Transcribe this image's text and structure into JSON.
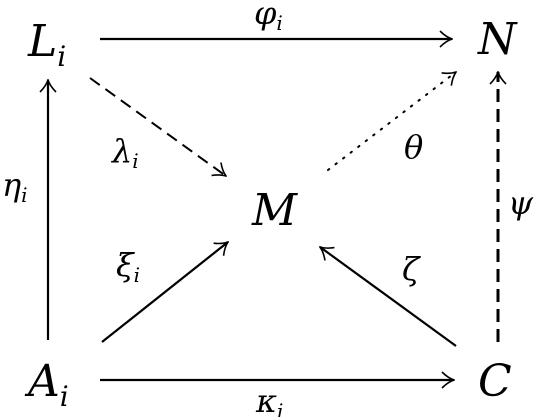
{
  "nodes": {
    "L": {
      "main": "L",
      "sub": "i"
    },
    "N": {
      "main": "N",
      "sub": ""
    },
    "M": {
      "main": "M",
      "sub": ""
    },
    "A": {
      "main": "A",
      "sub": "i"
    },
    "C": {
      "main": "C",
      "sub": ""
    }
  },
  "edges": {
    "phi": {
      "from": "L",
      "to": "N",
      "style": "solid",
      "label": "φ",
      "sub": "i"
    },
    "lambda": {
      "from": "L",
      "to": "M",
      "style": "dashed",
      "label": "λ",
      "sub": "i"
    },
    "theta": {
      "from": "M",
      "to": "N",
      "style": "dotted",
      "label": "θ",
      "sub": ""
    },
    "eta": {
      "from": "A",
      "to": "L",
      "style": "solid",
      "label": "η",
      "sub": "i"
    },
    "xi": {
      "from": "A",
      "to": "M",
      "style": "solid",
      "label": "ξ",
      "sub": "i"
    },
    "zeta": {
      "from": "C",
      "to": "M",
      "style": "solid",
      "label": "ζ",
      "sub": ""
    },
    "psi": {
      "from": "C",
      "to": "N",
      "style": "dashed",
      "label": "ψ",
      "sub": ""
    },
    "kappa": {
      "from": "A",
      "to": "C",
      "style": "solid",
      "label": "κ",
      "sub": "i"
    }
  }
}
